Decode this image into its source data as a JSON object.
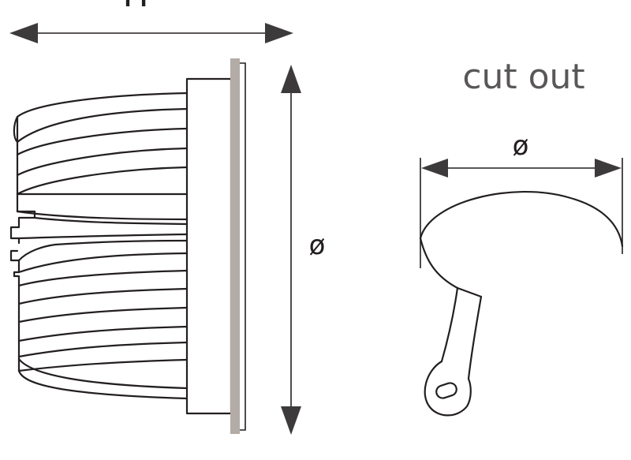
{
  "labels": {
    "height_dim": "H",
    "diameter_dim": "ø",
    "cutout_title": "cut out",
    "cutout_diameter_dim": "ø"
  },
  "colors": {
    "line": "#231f20",
    "arrow": "#3d3a3b",
    "flange": "#b3aba6",
    "title_gray": "#5a5758"
  }
}
